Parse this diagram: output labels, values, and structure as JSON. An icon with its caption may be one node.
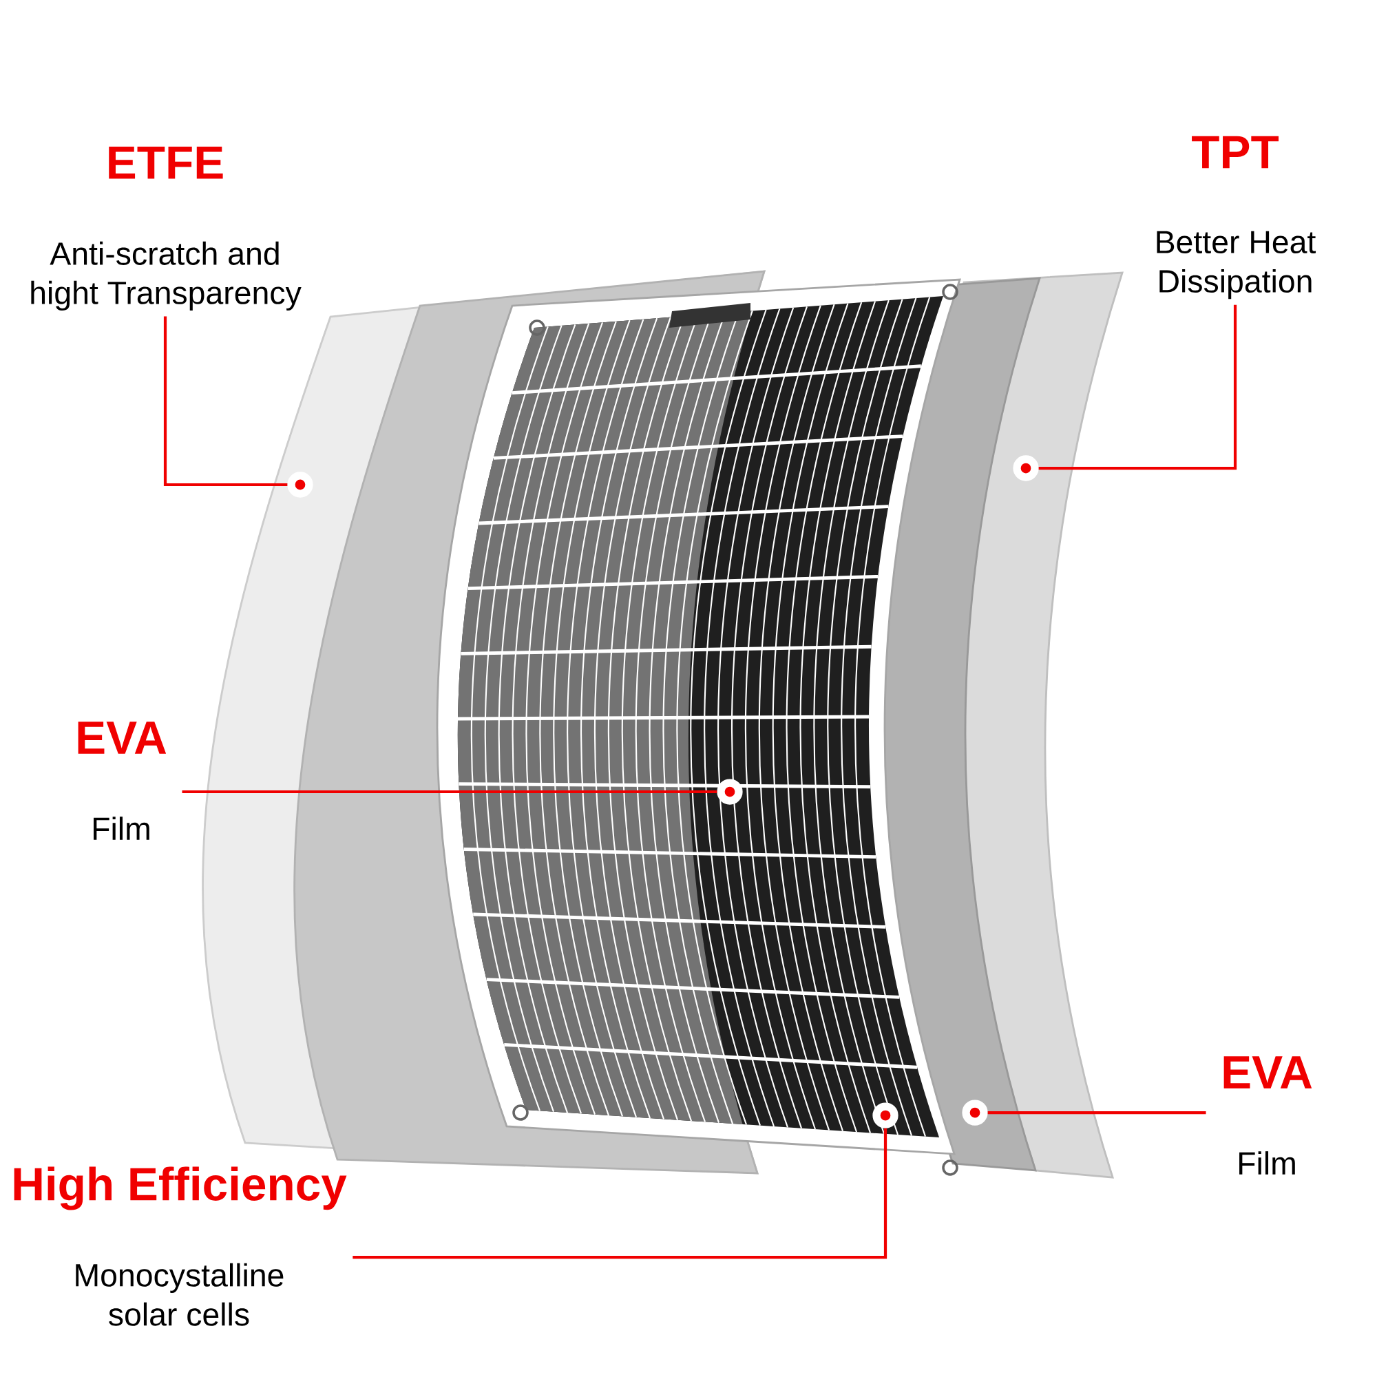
{
  "diagram": {
    "nodes": [
      {
        "text": [
          "ETFE",
          "Anti-scratch and hight Transparency"
        ]
      },
      {
        "text": [
          "TPT",
          "Better Heat Dissipation"
        ]
      },
      {
        "text": [
          "EVA",
          "Film"
        ]
      },
      {
        "text": [
          "EVA",
          "Film"
        ]
      },
      {
        "text": [
          "High Efficiency",
          "Monocystalline solar cells"
        ]
      },
      {
        "text": [],
        "shape": "circle"
      },
      {
        "text": [],
        "shape": "circle"
      },
      {
        "text": [],
        "shape": "circle"
      },
      {
        "text": [],
        "shape": "circle"
      },
      {
        "text": [],
        "shape": "circle"
      }
    ],
    "edges": [
      {
        "from": 0,
        "to": 5,
        "arrow": "none"
      },
      {
        "from": 1,
        "to": 9,
        "arrow": "none"
      },
      {
        "from": 2,
        "to": 6,
        "arrow": "none"
      },
      {
        "from": 3,
        "to": 8,
        "arrow": "none"
      },
      {
        "from": 4,
        "to": 7,
        "arrow": "none"
      }
    ]
  }
}
